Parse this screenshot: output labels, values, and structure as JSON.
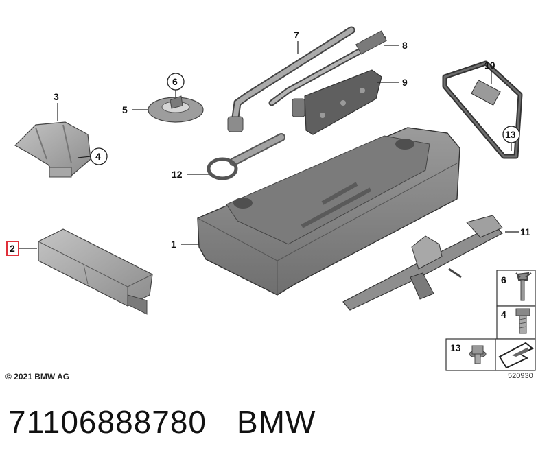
{
  "callouts": {
    "c1": "1",
    "c2": "2",
    "c3": "3",
    "c4": "4",
    "c5": "5",
    "c6": "6",
    "c7": "7",
    "c8": "8",
    "c9": "9",
    "c10": "10",
    "c11": "11",
    "c12": "12",
    "c13": "13"
  },
  "legend": {
    "row1": "6",
    "row2": "4",
    "row3": "13"
  },
  "copyright": "© 2021 BMW AG",
  "drawing_number": "520930",
  "footer": {
    "part_number": "71106888780",
    "brand": "BMW"
  },
  "colors": {
    "part_gray": "#8a8a8a",
    "dark_gray": "#5e5e5e",
    "highlight": "#e0303a"
  }
}
